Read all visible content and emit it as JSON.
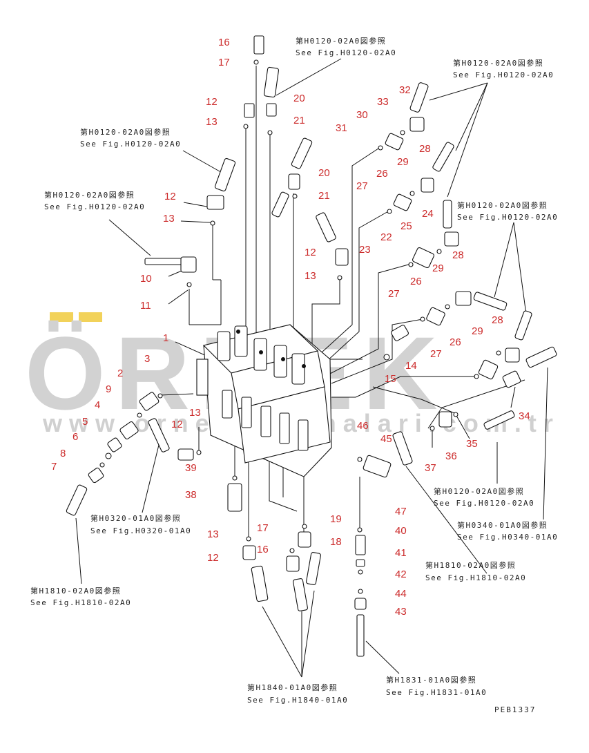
{
  "watermark": {
    "brand": "ÖRNEK",
    "url": "www.ornekmakinalari.com.tr",
    "accent": "#f2d25a",
    "gray": "#d2d2d2"
  },
  "drawing_code": "PEB1337",
  "colors": {
    "callout": "#cc2b2b",
    "line": "#111111"
  },
  "refs": [
    {
      "jp": "第H0120-02A0図参照",
      "en": "See Fig.H0120-02A0"
    },
    {
      "jp": "第H0120-02A0図参照",
      "en": "See Fig.H0120-02A0"
    },
    {
      "jp": "第H0120-02A0図参照",
      "en": "See Fig.H0120-02A0"
    },
    {
      "jp": "第H0120-02A0図参照",
      "en": "See Fig.H0120-02A0"
    },
    {
      "jp": "第H0120-02A0図参照",
      "en": "See Fig.H0120-02A0"
    },
    {
      "jp": "第H0120-02A0図参照",
      "en": "See Fig.H0120-02A0"
    },
    {
      "jp": "第H0320-01A0図参照",
      "en": "See Fig.H0320-01A0"
    },
    {
      "jp": "第H0340-01A0図参照",
      "en": "See Fig.H0340-01A0"
    },
    {
      "jp": "第H1810-02A0図参照",
      "en": "See Fig.H1810-02A0"
    },
    {
      "jp": "第H1810-02A0図参照",
      "en": "See Fig.H1810-02A0"
    },
    {
      "jp": "第H1840-01A0図参照",
      "en": "See Fig.H1840-01A0"
    },
    {
      "jp": "第H1831-01A0図参照",
      "en": "See Fig.H1831-01A0"
    }
  ],
  "callouts": [
    "16",
    "17",
    "20",
    "12",
    "13",
    "21",
    "20",
    "21",
    "12",
    "13",
    "12",
    "13",
    "10",
    "11",
    "1",
    "2",
    "3",
    "9",
    "4",
    "5",
    "6",
    "8",
    "7",
    "12",
    "13",
    "39",
    "38",
    "46",
    "45",
    "33",
    "32",
    "30",
    "31",
    "26",
    "29",
    "28",
    "27",
    "25",
    "24",
    "22",
    "23",
    "28",
    "26",
    "29",
    "27",
    "28",
    "26",
    "29",
    "27",
    "14",
    "15",
    "34",
    "35",
    "36",
    "37",
    "47",
    "40",
    "41",
    "42",
    "44",
    "43",
    "19",
    "18",
    "17",
    "16",
    "13",
    "12"
  ]
}
